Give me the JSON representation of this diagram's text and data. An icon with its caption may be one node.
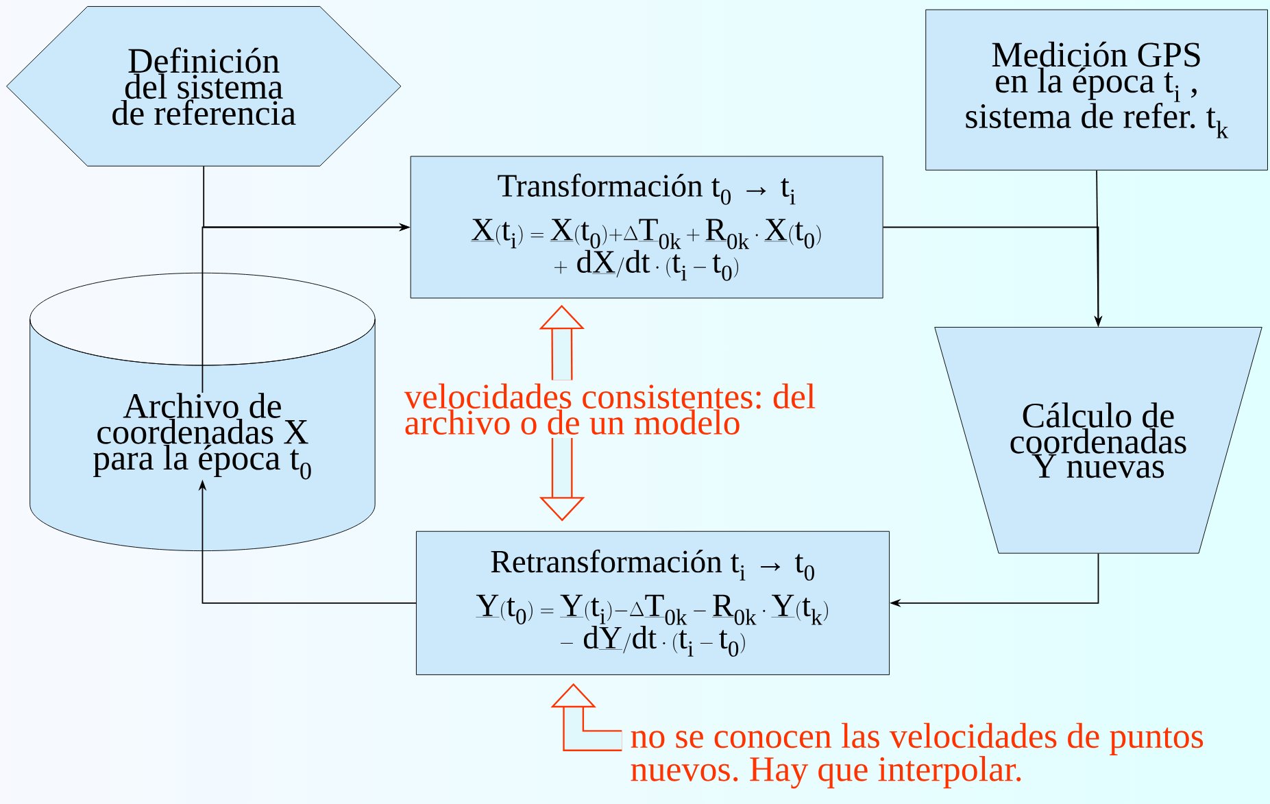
{
  "diagram": {
    "nodes": [
      {
        "text": [
          "Definición del sistema de referencia"
        ]
      },
      {
        "text": [
          "Medición GPS en la época t$_{i}$ , sistema de refer. t$_{k}$"
        ]
      },
      {
        "text": [
          "Transformación t$_{0}$ → t$_{i}$",
          "\\mathrm{\\underline{X}(t_{i}) = \\underline{X}(t_{0}) +} \\Delta \\mathrm{\\underline{T}_{0k} + \\underline{R}_{0k}\\cdot\\underline{X}(t_{0})}",
          "\\mathrm{+\\ d\\underline{X}/dt \\cdot (t_{i} - t_{0})}"
        ]
      },
      {
        "text": [
          "Archivo de coordenadas X para la época t$_{0}$"
        ]
      },
      {
        "text": [
          "Cálculo de coordenadas Y nuevas"
        ]
      },
      {
        "text": [
          "Retransformación t$_{i}$ → t$_{0}$",
          "\\mathrm{\\underline{Y}(t_{0}) = \\underline{Y}(t_{i}) -} \\Delta \\mathrm{\\underline{T}_{0k} - \\underline{R}_{0k}\\cdot\\underline{Y}(t_{k})}",
          "\\mathrm{-\\ d\\underline{Y}/dt \\cdot (t_{i} - t_{0})}"
        ]
      },
      {
        "text": [
          "velocidades consistentes: del archivo o de un modelo"
        ]
      },
      {
        "text": [
          "no se conocen las velocidades de puntos nuevos. Hay que interpolar."
        ]
      }
    ],
    "edges": [
      {
        "from": 0,
        "to": 2,
        "arrow": "to"
      },
      {
        "from": 3,
        "to": 2,
        "arrow": "to"
      },
      {
        "from": 2,
        "to": 4,
        "arrow": "to"
      },
      {
        "from": 1,
        "to": 4,
        "arrow": "to"
      },
      {
        "from": 4,
        "to": 5,
        "arrow": "to"
      },
      {
        "from": 5,
        "to": 3,
        "arrow": "to"
      },
      {
        "from": 6,
        "to": 2,
        "arrow": "to",
        "style": "thick",
        "color": "#ff3300"
      },
      {
        "from": 6,
        "to": 5,
        "arrow": "to",
        "style": "thick",
        "color": "#ff3300"
      },
      {
        "from": 7,
        "to": 5,
        "arrow": "to",
        "style": "thick",
        "color": "#ff3300"
      }
    ]
  }
}
